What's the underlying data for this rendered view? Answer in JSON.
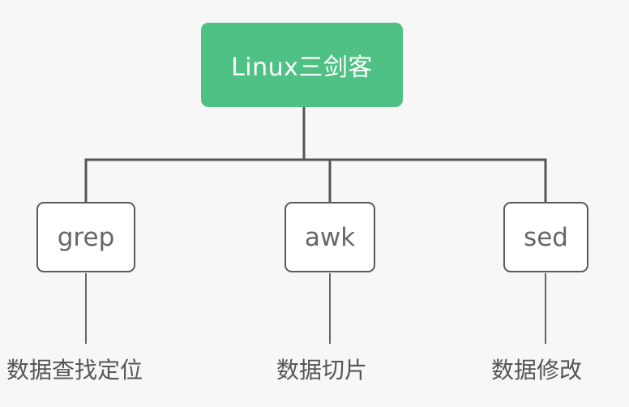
{
  "diagram": {
    "root": {
      "label": "Linux三剑客"
    },
    "children": [
      {
        "label": "grep",
        "description": "数据查找定位"
      },
      {
        "label": "awk",
        "description": "数据切片"
      },
      {
        "label": "sed",
        "description": "数据修改"
      }
    ]
  },
  "colors": {
    "background": "#f7f7f7",
    "root_fill": "#4fc185",
    "root_text": "#ffffff",
    "child_fill": "#ffffff",
    "child_border": "#5a5a5a",
    "connector": "#555555",
    "text": "#555555"
  }
}
